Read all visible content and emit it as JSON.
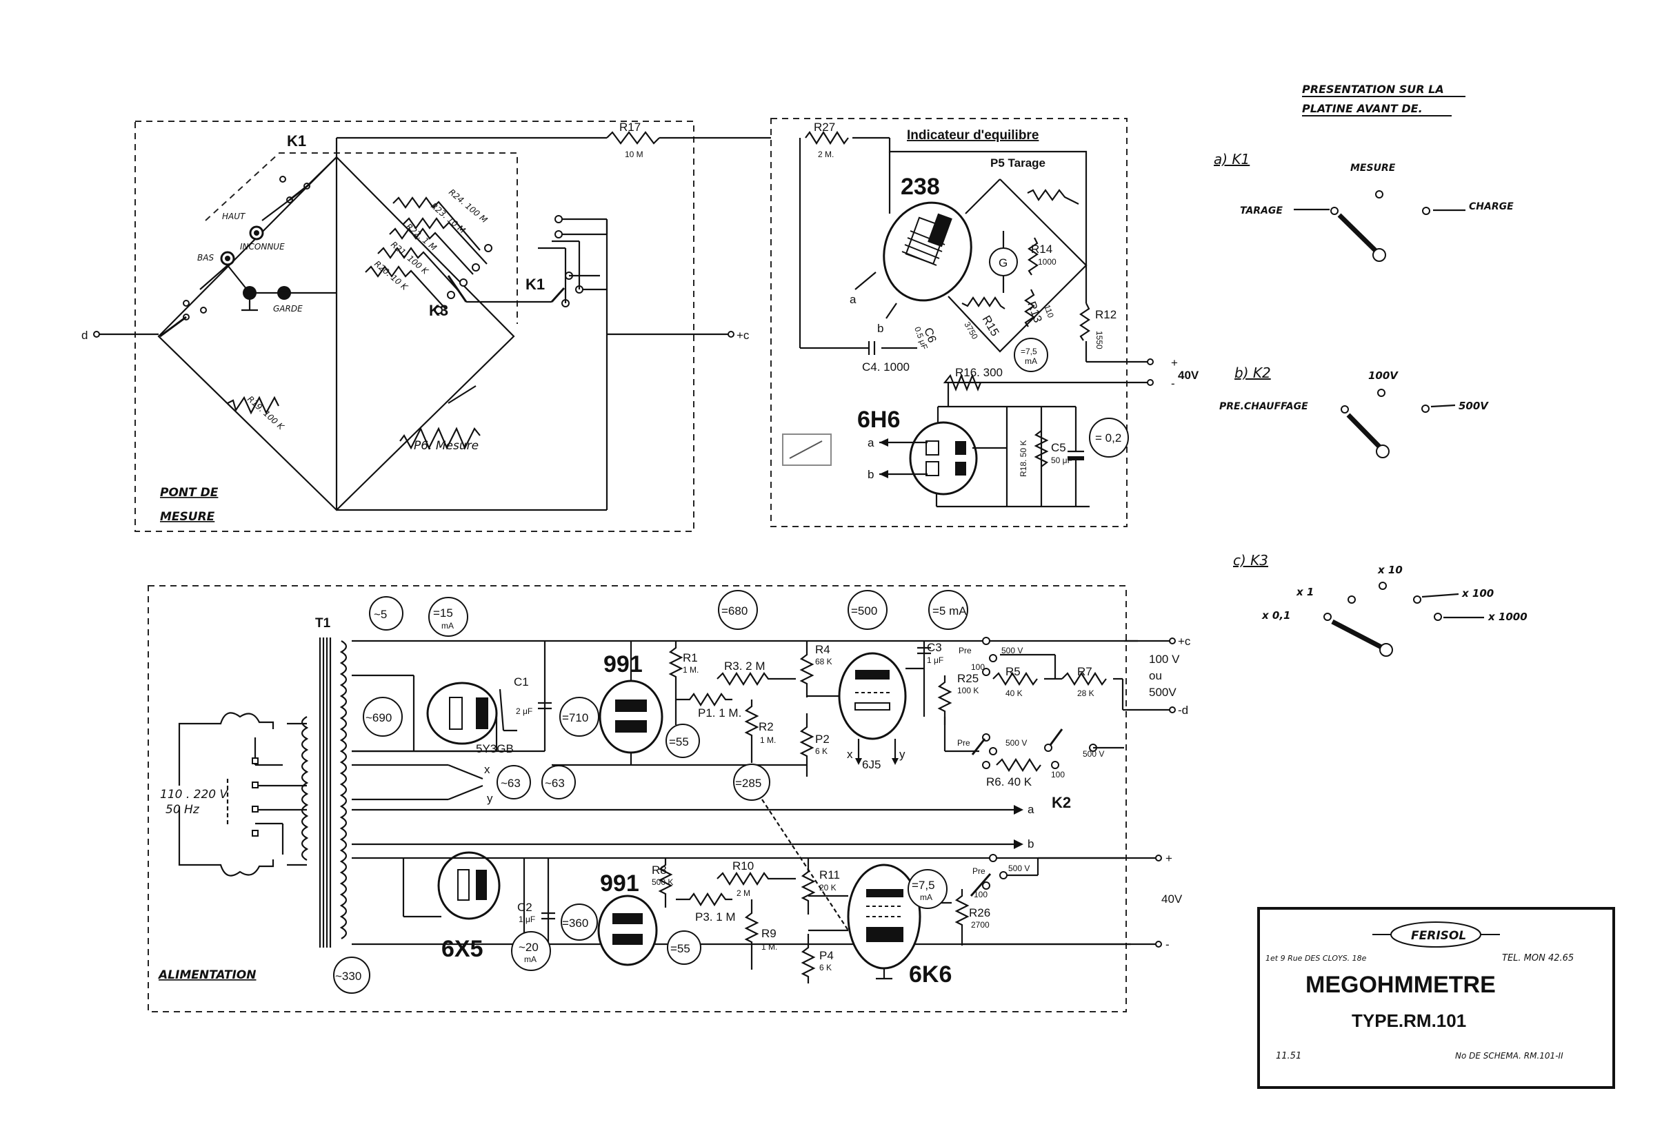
{
  "bridge": {
    "title_line1": "PONT DE",
    "title_line2": "MESURE",
    "k1": "K1",
    "k1b": "K1",
    "k3": "K3",
    "haut": "HAUT",
    "inconnue": "INCONNUE",
    "bas": "BAS",
    "garde": "GARDE",
    "r17": "R17",
    "r17v": "10 M",
    "r24": "R24. 100 M",
    "r23": "R23. 10 M",
    "r22": "R22. 1 M",
    "r21": "R21. 100 K",
    "r20": "R20. 10 K",
    "r19": "R19. 100 K",
    "p6": "P6. Mesure",
    "d": "d",
    "c": "+c"
  },
  "indicator": {
    "title": "Indicateur d'equilibre",
    "p5": "P5 Tarage",
    "r27": "R27",
    "r27v": "2 M.",
    "tube238": "238",
    "r14": "R14",
    "r14v": "1000",
    "r13": "R13",
    "r13v": "110",
    "r12": "R12",
    "r12v": "1550",
    "r15": "R15",
    "r15v": "3750",
    "c6": "C6",
    "c6v": "0.5 μF",
    "c4": "C4. 1000",
    "r16": "R16. 300",
    "m75": "=7,5",
    "m75u": "mA",
    "plus": "+",
    "minus": "-",
    "v40": "40V",
    "tube6h6": "6H6",
    "r18": "R18. 50 K",
    "c5": "C5",
    "c5v": "50 μF",
    "m02": "= 0,2",
    "g": "G",
    "a": "a",
    "b": "b"
  },
  "power": {
    "title": "ALIMENTATION",
    "t1": "T1",
    "m5": "~5",
    "m15": "=15",
    "m15u": "mA",
    "m690": "~690",
    "tube5y3": "5Y3GB",
    "c1": "C1",
    "c1v": "2 μF",
    "m710": "=710",
    "tube991a": "991",
    "tube991b": "991",
    "m55a": "=55",
    "m55b": "=55",
    "m680": "=680",
    "m500": "=500",
    "m5ma": "=5 mA",
    "r1": "R1",
    "r1v": "1 M.",
    "r3": "R3. 2 M",
    "p1": "P1. 1 M.",
    "r2": "R2",
    "r2v": "1 M.",
    "r4": "R4",
    "r4v": "68 K",
    "p2": "P2",
    "p2v": "6 K",
    "tube6j5": "6J5",
    "c3": "C3",
    "c3v": "1 μF",
    "r25": "R25",
    "r25v": "100 K",
    "r5": "R5",
    "r5v": "40 K",
    "r7": "R7",
    "r7v": "28 K",
    "r6": "R6. 40 K",
    "pc": "+c",
    "md": "-d",
    "v100": "100 V",
    "ou": "ou",
    "v500": "500V",
    "k2": "K2",
    "line_a": "a",
    "line_b": "b",
    "mains1": "110 . 220 V",
    "mains2": "50 Hz",
    "m63a": "~63",
    "m63b": "~63",
    "m285": "=285",
    "tube6x5": "6X5",
    "c2": "C2",
    "c2v": "1 μF",
    "m360": "=360",
    "m20": "~20",
    "m20u": "mA",
    "m330": "~330",
    "r8": "R8",
    "r8v": "500 K",
    "r10": "R10",
    "r10v": "2 M",
    "p3": "P3. 1 M",
    "r9": "R9",
    "r9v": "1 M.",
    "r11": "R11",
    "r11v": "20 K",
    "p4": "P4",
    "p4v": "6 K",
    "tube6k6": "6K6",
    "m75b": "=7,5",
    "m75bu": "mA",
    "r26": "R26",
    "r26v": "2700",
    "plus2": "+",
    "minus2": "-",
    "v40b": "40V",
    "pre": "Pre",
    "s500": "500 V",
    "s100": "100",
    "x": "x",
    "y": "y"
  },
  "panel": {
    "title1": "PRESENTATION SUR LA",
    "title2": "PLATINE AVANT DE.",
    "k1_head": "a) K1",
    "mesure": "MESURE",
    "tarage": "TARAGE",
    "charge": "CHARGE",
    "k2_head": "b) K2",
    "v100": "100V",
    "prechauffage": "PRE.CHAUFFAGE",
    "v500": "500V",
    "k3_head": "c) K3",
    "x01": "x 0,1",
    "x1": "x 1",
    "x10": "x 10",
    "x100": "x 100",
    "x1000": "x 1000"
  },
  "titleblock": {
    "brand": "FERISOL",
    "address": "1et 9 Rue DES CLOYS. 18e",
    "tel": "TEL. MON 42.65",
    "product": "MEGOHMMETRE",
    "type": "TYPE.RM.101",
    "date": "11.51",
    "schema": "No DE SCHEMA. RM.101-II"
  }
}
